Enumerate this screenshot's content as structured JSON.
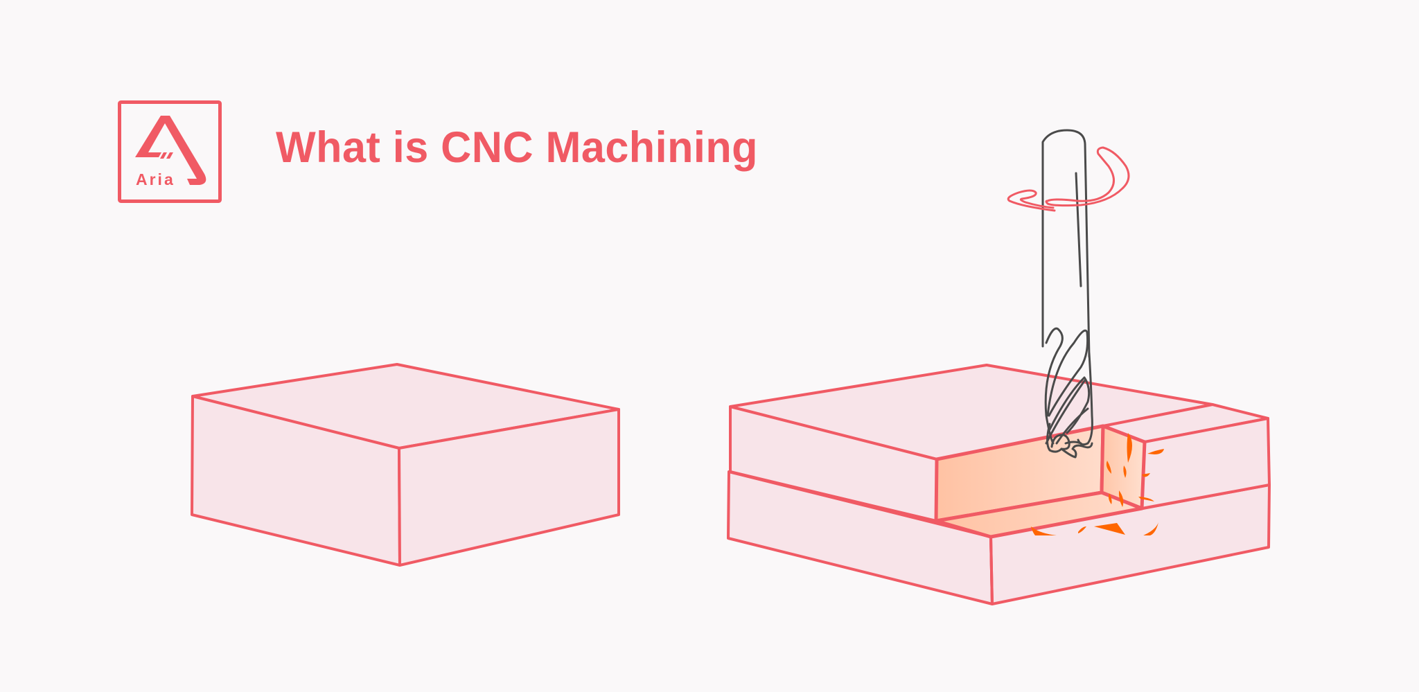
{
  "header": {
    "title": "What is CNC Machining",
    "logo": {
      "text": "Aria",
      "icon": "aria-triangle-logo-icon"
    }
  },
  "colors": {
    "background": "#faf8f9",
    "accent": "#f05a64",
    "block_fill": "#f8e4e9",
    "cut_fill_start": "#ffc2a3",
    "cut_fill_end": "#ffdccb",
    "chip": "#ff6600",
    "tool_stroke": "#4a4a4a"
  },
  "illustration": {
    "left": {
      "name": "raw-stock-block",
      "description": "Uncut rectangular workpiece"
    },
    "right": {
      "name": "machined-block",
      "description": "Workpiece with a slot being cut by an end mill, chips flying"
    },
    "tool": {
      "name": "end-mill",
      "rotation_indicator": "rotation-arrow-icon"
    }
  }
}
